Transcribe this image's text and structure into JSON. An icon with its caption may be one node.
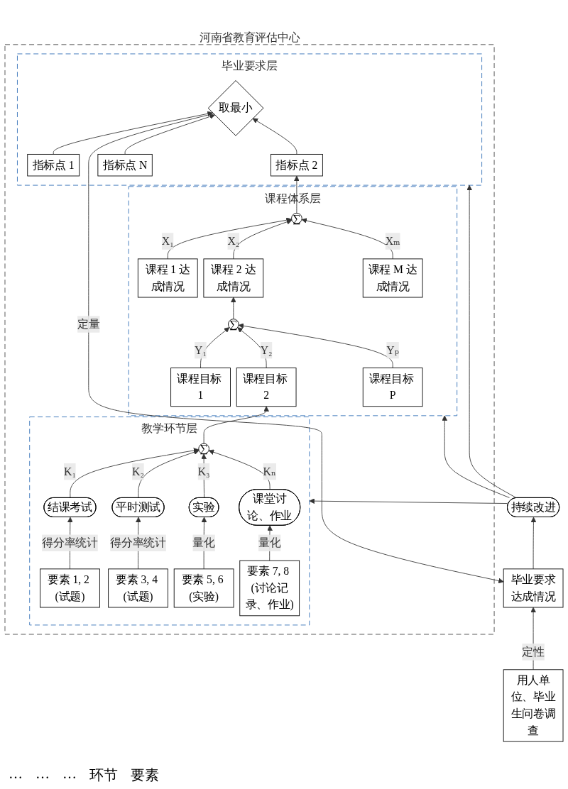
{
  "diagram": {
    "nodes": [
      {
        "text": [
          "用人单位、毕业生问卷调查"
        ]
      },
      {
        "text": [
          "毕业要求达成情况"
        ]
      },
      {
        "text": [
          "持续改进"
        ]
      },
      {
        "text": [
          "河南省教育评估中心"
        ]
      },
      {
        "text": [
          "毕业要求层"
        ],
        "in": 3
      },
      {
        "text": [
          "取最小"
        ],
        "in": 4
      },
      {
        "text": [
          "指标点 1"
        ],
        "in": 4
      },
      {
        "text": [
          "指标点 2"
        ],
        "in": 4
      },
      {
        "text": [
          "指标点 N"
        ],
        "in": 4
      },
      {
        "text": [
          "课程体系层"
        ],
        "in": 3
      },
      {
        "text": [
          "∑"
        ],
        "in": 9
      },
      {
        "text": [
          "课程 1 达成情况"
        ],
        "in": 9
      },
      {
        "text": [
          "课程 2 达成情况"
        ],
        "in": 9
      },
      {
        "text": [
          "课程 M 达成情况"
        ],
        "in": 9
      },
      {
        "text": [
          "∑"
        ],
        "in": 9
      },
      {
        "text": [
          "课程目标 1"
        ],
        "in": 9
      },
      {
        "text": [
          "课程目标 2"
        ],
        "in": 9
      },
      {
        "text": [
          "课程目标 P"
        ],
        "in": 9
      },
      {
        "text": [
          "教学环节层"
        ],
        "in": 3
      },
      {
        "text": [
          "∑"
        ],
        "in": 18
      },
      {
        "text": [
          "结课考试"
        ],
        "in": 18
      },
      {
        "text": [
          "平时测试"
        ],
        "in": 18
      },
      {
        "text": [
          "实验"
        ],
        "in": 18
      },
      {
        "text": [
          "课堂讨论、作业"
        ],
        "in": 18
      },
      {
        "text": [
          "要素 1, 2 (试题)"
        ],
        "in": 18
      },
      {
        "text": [
          "要素 3, 4 (试题)"
        ],
        "in": 18
      },
      {
        "text": [
          "要素 5, 6 (实验)"
        ],
        "in": 18
      },
      {
        "text": [
          "要素 7, 8 (讨论记录、作业)"
        ],
        "in": 18
      }
    ],
    "edges": [
      {
        "from": 0,
        "to": 1,
        "arrow": "to",
        "label": "定性"
      },
      {
        "from": 1,
        "to": 2,
        "arrow": "to"
      },
      {
        "from": 5,
        "to": 1,
        "arrow": "to",
        "label": "定量"
      },
      {
        "from": 6,
        "to": 5,
        "arrow": "to"
      },
      {
        "from": 7,
        "to": 5,
        "arrow": "to"
      },
      {
        "from": 8,
        "to": 5,
        "arrow": "to"
      },
      {
        "from": 10,
        "to": 7,
        "arrow": "to"
      },
      {
        "from": 11,
        "to": 10,
        "arrow": "to",
        "label": "X₁"
      },
      {
        "from": 12,
        "to": 10,
        "arrow": "to",
        "label": "X₂"
      },
      {
        "from": 13,
        "to": 10,
        "arrow": "to",
        "label": "Xₘ"
      },
      {
        "from": 14,
        "to": 12,
        "arrow": "to"
      },
      {
        "from": 15,
        "to": 14,
        "arrow": "to",
        "label": "Y₁"
      },
      {
        "from": 16,
        "to": 14,
        "arrow": "to",
        "label": "Y₂"
      },
      {
        "from": 17,
        "to": 14,
        "arrow": "to",
        "label": "Yₚ"
      },
      {
        "from": 19,
        "to": 16,
        "arrow": "to"
      },
      {
        "from": 20,
        "to": 19,
        "arrow": "to",
        "label": "K₁"
      },
      {
        "from": 21,
        "to": 19,
        "arrow": "to",
        "label": "K₂"
      },
      {
        "from": 22,
        "to": 19,
        "arrow": "to",
        "label": "K₃"
      },
      {
        "from": 23,
        "to": 19,
        "arrow": "to",
        "label": "Kₙ"
      },
      {
        "from": 24,
        "to": 20,
        "arrow": "to",
        "label": "得分率统计"
      },
      {
        "from": 25,
        "to": 21,
        "arrow": "to",
        "label": "得分率统计"
      },
      {
        "from": 26,
        "to": 22,
        "arrow": "to",
        "label": "量化"
      },
      {
        "from": 27,
        "to": 23,
        "arrow": "to",
        "label": "量化"
      },
      {
        "from": 2,
        "to": 4,
        "arrow": "to"
      },
      {
        "from": 2,
        "to": 9,
        "arrow": "to"
      },
      {
        "from": 2,
        "to": 18,
        "arrow": "to"
      }
    ],
    "labels": [
      "…",
      "…",
      "…",
      "环节",
      "要素"
    ]
  }
}
